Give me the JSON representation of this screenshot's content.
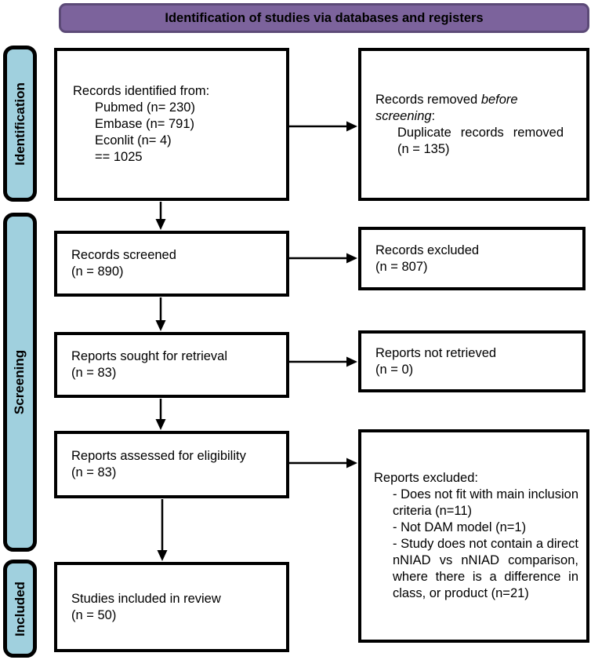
{
  "header": {
    "title": "Identification of studies via databases and registers"
  },
  "colors": {
    "header_fill": "#7C639C",
    "header_border": "#5C4A77",
    "stage_fill": "#A0D0DE",
    "box_border": "#000000",
    "arrow": "#000000"
  },
  "stages": {
    "identification": "Identification",
    "screening": "Screening",
    "included": "Included"
  },
  "boxes": {
    "records_identified": {
      "title": "Records identified from:",
      "items": [
        "Pubmed (n= 230)",
        "Embase (n= 791)",
        "Econlit (n= 4)",
        "== 1025"
      ]
    },
    "records_removed": {
      "normal_prefix": "Records removed ",
      "italic_text": "before screening",
      "suffix": ":",
      "detail": "Duplicate records removed (n = 135)"
    },
    "records_screened": {
      "label": "Records screened",
      "count": "(n = 890)"
    },
    "records_excluded": {
      "label": "Records excluded",
      "count": "(n = 807)"
    },
    "reports_sought": {
      "label": "Reports sought for retrieval",
      "count": "(n = 83)"
    },
    "reports_not_retrieved": {
      "label": "Reports not retrieved",
      "count": "(n = 0)"
    },
    "reports_assessed": {
      "label": "Reports assessed for eligibility",
      "count": "(n = 83)"
    },
    "reports_excluded": {
      "title": "Reports excluded:",
      "items": [
        "- Does not fit with main inclusion criteria (n=11)",
        "- Not DAM model (n=1)",
        "- Study does not contain a direct nNIAD vs nNIAD comparison, where there is a difference in class, or product (n=21)"
      ]
    },
    "studies_included": {
      "label": "Studies included in review",
      "count": "(n = 50)"
    }
  }
}
